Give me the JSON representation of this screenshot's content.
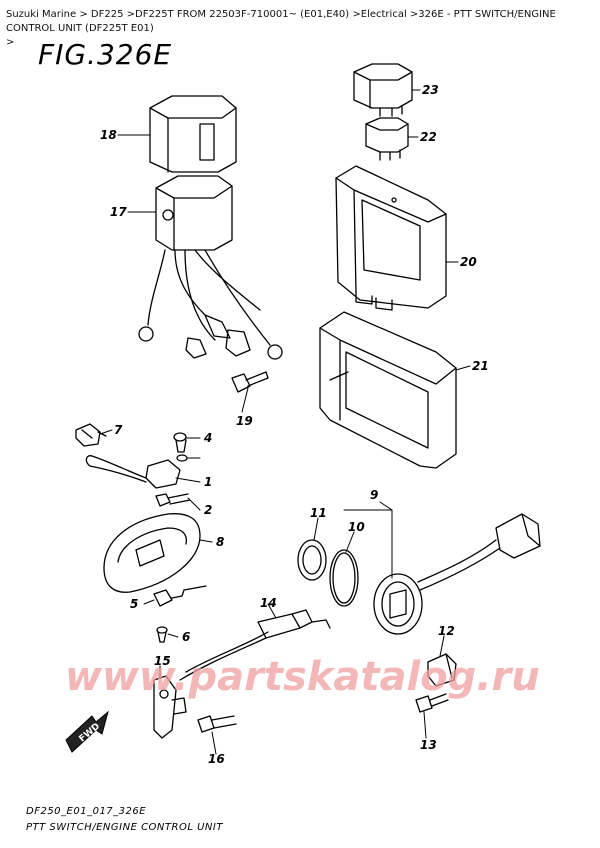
{
  "breadcrumb": {
    "items": [
      "Suzuki Marine",
      "DF225",
      "DF225T FROM 22503F-710001~ (E01,E40)",
      "Electrical",
      "326E - PTT SWITCH/ENGINE CONTROL UNIT (DF225T E01)"
    ],
    "separator": " > ",
    "trailing": ">"
  },
  "figure": {
    "title": "FIG.326E"
  },
  "callouts": [
    "1",
    "2",
    "4",
    "5",
    "6",
    "7",
    "8",
    "9",
    "10",
    "11",
    "12",
    "13",
    "14",
    "15",
    "16",
    "17",
    "18",
    "19",
    "20",
    "21",
    "22",
    "23"
  ],
  "diagram_code": "DF250_E01_017_326E",
  "caption": "PTT SWITCH/ENGINE CONTROL UNIT",
  "fwd_label": "FWD",
  "watermark": "www.partskatalog.ru",
  "colors": {
    "line": "#000000",
    "watermark": "#f0a0a0",
    "background": "#ffffff"
  }
}
